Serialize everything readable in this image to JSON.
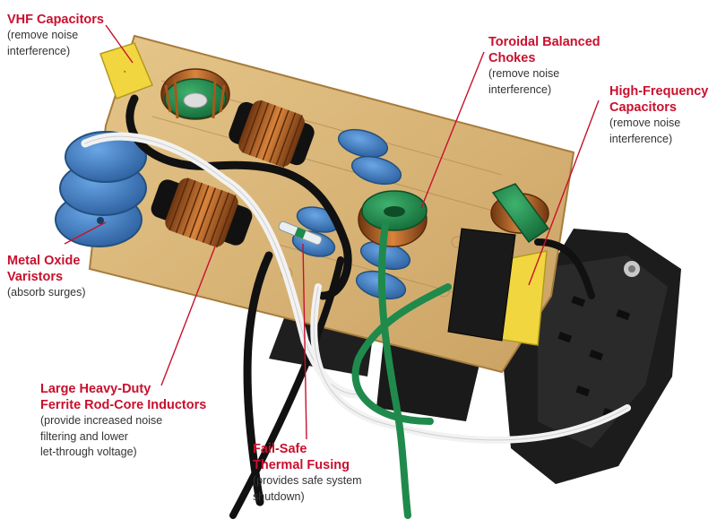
{
  "labels": {
    "vhf": {
      "title": [
        "VHF Capacitors"
      ],
      "desc": [
        "(remove noise",
        "interference)"
      ]
    },
    "toroidal": {
      "title": [
        "Toroidal Balanced",
        "Chokes"
      ],
      "desc": [
        "(remove noise",
        "interference)"
      ]
    },
    "highfreq": {
      "title": [
        "High-Frequency",
        "Capacitors"
      ],
      "desc": [
        "(remove noise",
        "interference)"
      ]
    },
    "mov": {
      "title": [
        "Metal Oxide",
        "Varistors"
      ],
      "desc": [
        "(absorb surges)"
      ]
    },
    "inductors": {
      "title": [
        "Large Heavy-Duty",
        "Ferrite Rod-Core Inductors"
      ],
      "desc": [
        "(provide increased noise",
        "filtering and lower",
        "let-through voltage)"
      ]
    },
    "fuse": {
      "title": [
        "Fail-Safe",
        "Thermal Fusing"
      ],
      "desc": [
        "(provides safe system",
        "shutdown)"
      ]
    }
  },
  "colors": {
    "label_title": "#c8102e",
    "label_desc": "#333333",
    "leader_line": "#c8102e",
    "pcb": "#d9b77a",
    "copper_coil": "#b5651d",
    "varistor_blue": "#3d7fc6",
    "toroid_green": "#1f8a4c",
    "capacitor_yellow": "#f2d640",
    "outlet_black": "#1c1c1c"
  }
}
